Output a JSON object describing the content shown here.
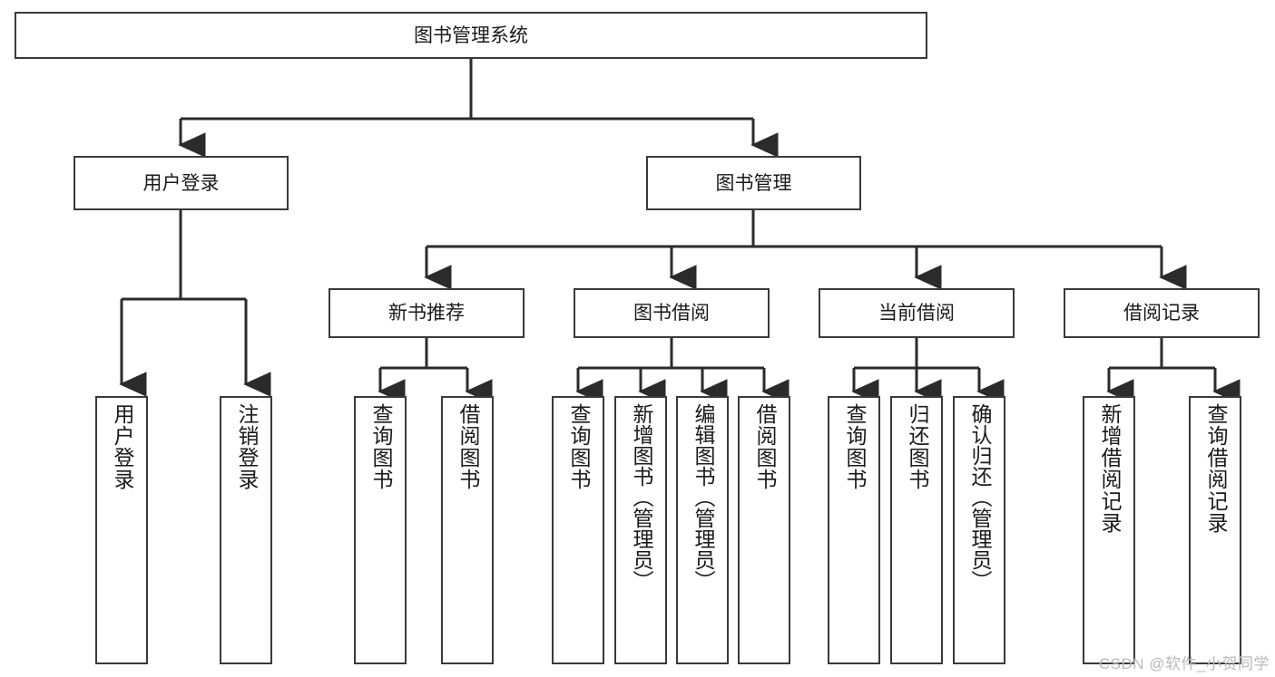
{
  "diagram": {
    "type": "tree-hierarchy-chart",
    "title": "图书管理系统",
    "colors": {
      "box_border": "#3a3a3a",
      "box_fill": "#ffffff",
      "edge": "#2b2b2b",
      "text": "#1a1a1a",
      "watermark": "#b9b9b9",
      "background": "#ffffff"
    },
    "root": {
      "label": "图书管理系统",
      "orientation": "horizontal"
    },
    "level1": [
      {
        "label": "用户登录",
        "orientation": "horizontal"
      },
      {
        "label": "图书管理",
        "orientation": "horizontal"
      }
    ],
    "level2": [
      {
        "label": "新书推荐",
        "orientation": "horizontal",
        "parent": "图书管理"
      },
      {
        "label": "图书借阅",
        "orientation": "horizontal",
        "parent": "图书管理"
      },
      {
        "label": "当前借阅",
        "orientation": "horizontal",
        "parent": "图书管理"
      },
      {
        "label": "借阅记录",
        "orientation": "horizontal",
        "parent": "图书管理"
      }
    ],
    "leaves": {
      "user_login": [
        {
          "label": "用户登录",
          "orientation": "vertical"
        },
        {
          "label": "注销登录",
          "orientation": "vertical"
        }
      ],
      "new_book_recommend": [
        {
          "label": "查询图书",
          "orientation": "vertical"
        },
        {
          "label": "借阅图书",
          "orientation": "vertical"
        }
      ],
      "book_borrow": [
        {
          "label": "查询图书",
          "orientation": "vertical"
        },
        {
          "label": "新增图书（管理员）",
          "orientation": "vertical"
        },
        {
          "label": "编辑图书（管理员）",
          "orientation": "vertical"
        },
        {
          "label": "借阅图书",
          "orientation": "vertical"
        }
      ],
      "current_borrow": [
        {
          "label": "查询图书",
          "orientation": "vertical"
        },
        {
          "label": "归还图书",
          "orientation": "vertical"
        },
        {
          "label": "确认归还（管理员）",
          "orientation": "vertical"
        }
      ],
      "borrow_record": [
        {
          "label": "新增借阅记录",
          "orientation": "vertical"
        },
        {
          "label": "查询借阅记录",
          "orientation": "vertical"
        }
      ]
    },
    "watermark": "CSDN @软件_小贺同学"
  }
}
